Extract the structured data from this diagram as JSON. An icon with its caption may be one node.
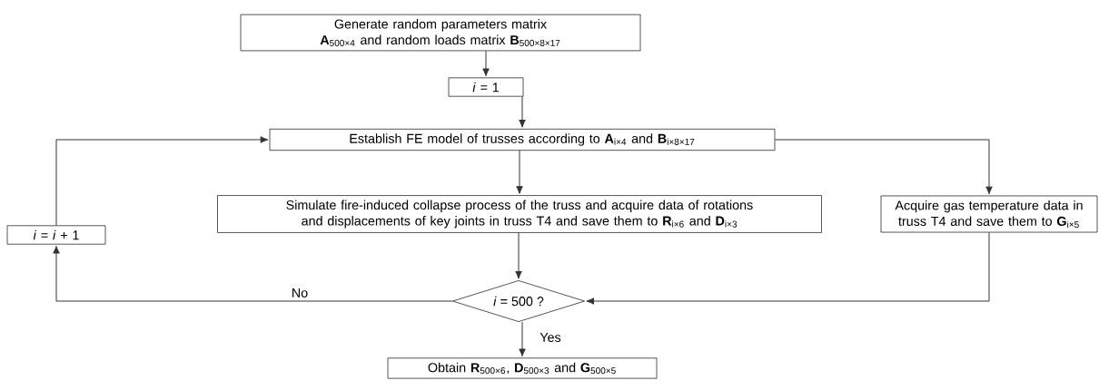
{
  "diagram": {
    "nodes": [
      {
        "text": [
          "Generate random parameters matrix **A**$_{500×4}$ and random loads matrix **B**$_{500×8×17}$"
        ]
      },
      {
        "text": [
          "*i* = 1"
        ]
      },
      {
        "text": [
          "Establish FE model of trusses according to **A**$_{i×4}$ and **B**$_{i×8×17}$"
        ]
      },
      {
        "text": [
          "Simulate fire-induced collapse process of the truss and acquire data of rotations and displacements of key joints in truss T4 and save them to **R**$_{i×6}$ and **D**$_{i×3}$"
        ]
      },
      {
        "text": [
          "Acquire gas temperature data in truss T4 and save them to **G**$_{i×5}$"
        ]
      },
      {
        "text": [
          "*i* = 500 ?"
        ]
      },
      {
        "text": [
          "Obtain **R**$_{500×6}$, **D**$_{500×3}$ and **G**$_{500×5}$"
        ]
      },
      {
        "text": [
          "*i* = *i* + 1"
        ]
      }
    ],
    "edges": [
      {
        "from": 0,
        "to": 1,
        "arrow": "to"
      },
      {
        "from": 1,
        "to": 2,
        "arrow": "to"
      },
      {
        "from": 2,
        "to": 3,
        "arrow": "to"
      },
      {
        "from": 2,
        "to": 4,
        "arrow": "to"
      },
      {
        "from": 3,
        "to": 5,
        "arrow": "to"
      },
      {
        "from": 4,
        "to": 5,
        "arrow": "to"
      },
      {
        "from": 5,
        "to": 7,
        "arrow": "to",
        "label": "No"
      },
      {
        "from": 7,
        "to": 2,
        "arrow": "to"
      },
      {
        "from": 5,
        "to": 6,
        "arrow": "to",
        "label": "Yes"
      }
    ]
  }
}
